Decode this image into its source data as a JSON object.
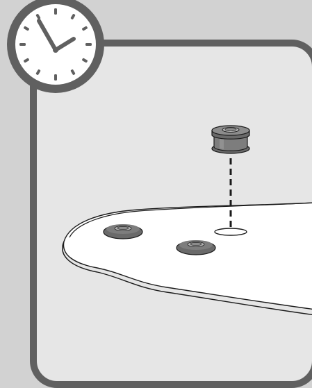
{
  "illustration": {
    "icon": "clock-icon",
    "clock": {
      "hour_hand_angle_deg": 60,
      "minute_hand_angle_deg": -30
    },
    "subject": "rubber-grommet-insertion",
    "colors": {
      "background": "#d2d2d2",
      "panel_fill": "#e6e6e6",
      "frame": "#606060",
      "clock_face": "#ffffff",
      "grommet_dark": "#6a6a6a",
      "grommet_mid": "#8c8c8c",
      "grommet_light": "#b5b5b5",
      "line": "#1a1a1a"
    }
  }
}
